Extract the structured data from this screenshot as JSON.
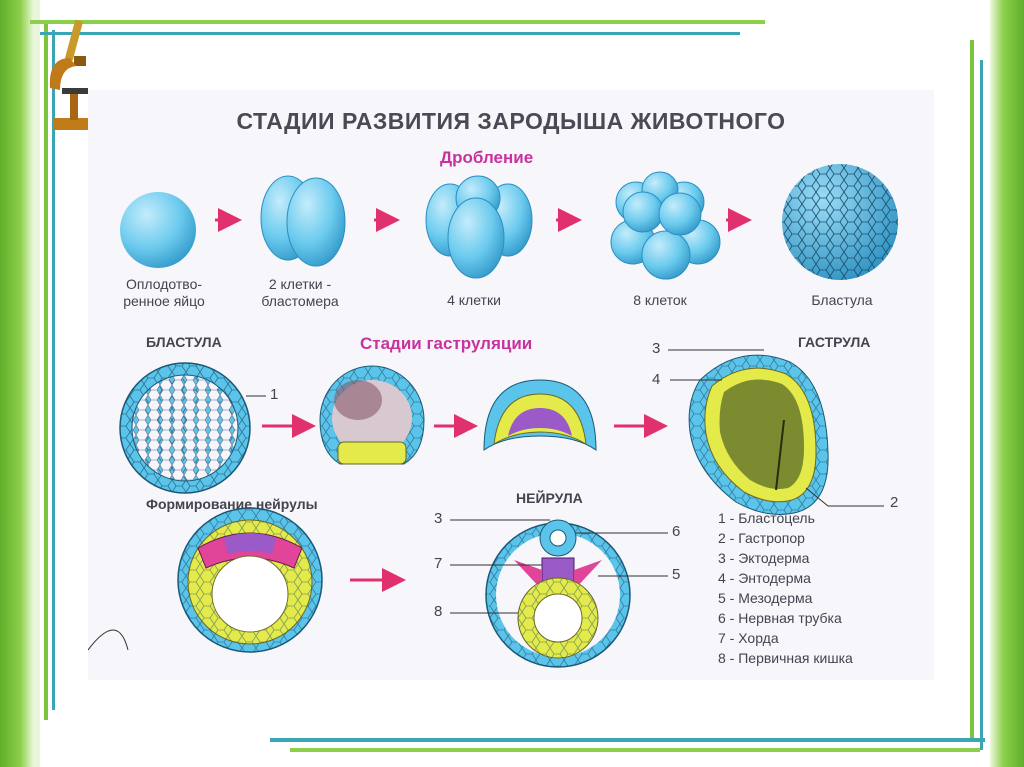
{
  "title": "СТАДИИ РАЗВИТИЯ ЗАРОДЫША ЖИВОТНОГО",
  "cleavage": {
    "heading": "Дробление",
    "stages": [
      {
        "line1": "Оплодотво-",
        "line2": "ренное яйцо"
      },
      {
        "line1": "2 клетки -",
        "line2": "бластомера"
      },
      {
        "line1": "4 клетки",
        "line2": ""
      },
      {
        "line1": "8 клеток",
        "line2": ""
      },
      {
        "line1": "Бластула",
        "line2": ""
      }
    ]
  },
  "gastrulation": {
    "blastula_label": "БЛАСТУЛА",
    "heading": "Стадии гаструляции",
    "gastrula_label": "ГАСТРУЛА",
    "callouts": {
      "blastula": "1",
      "top": "3",
      "mid": "4",
      "pore": "2"
    }
  },
  "neurula": {
    "formation_label": "Формирование нейрулы",
    "neurula_label": "НЕЙРУЛА",
    "callouts": {
      "left_top": "3",
      "left_mid": "7",
      "left_bot": "8",
      "right_top": "6",
      "right_mid": "5"
    }
  },
  "legend": [
    "1 - Бластоцель",
    "2 - Гастропор",
    "3 - Эктодерма",
    "4 - Энтодерма",
    "5 - Мезодерма",
    "6 - Нервная трубка",
    "7 - Хорда",
    "8 - Первичная кишка"
  ],
  "colors": {
    "cell_blue": "#5bc4ea",
    "endoderm_yellow": "#e3ea4a",
    "mesoderm_pink": "#e0459a",
    "chord_purple": "#9a5ac8",
    "arrow": "#e0306e",
    "frame_green": "#7bc43c",
    "frame_teal": "#3aa6b4"
  }
}
